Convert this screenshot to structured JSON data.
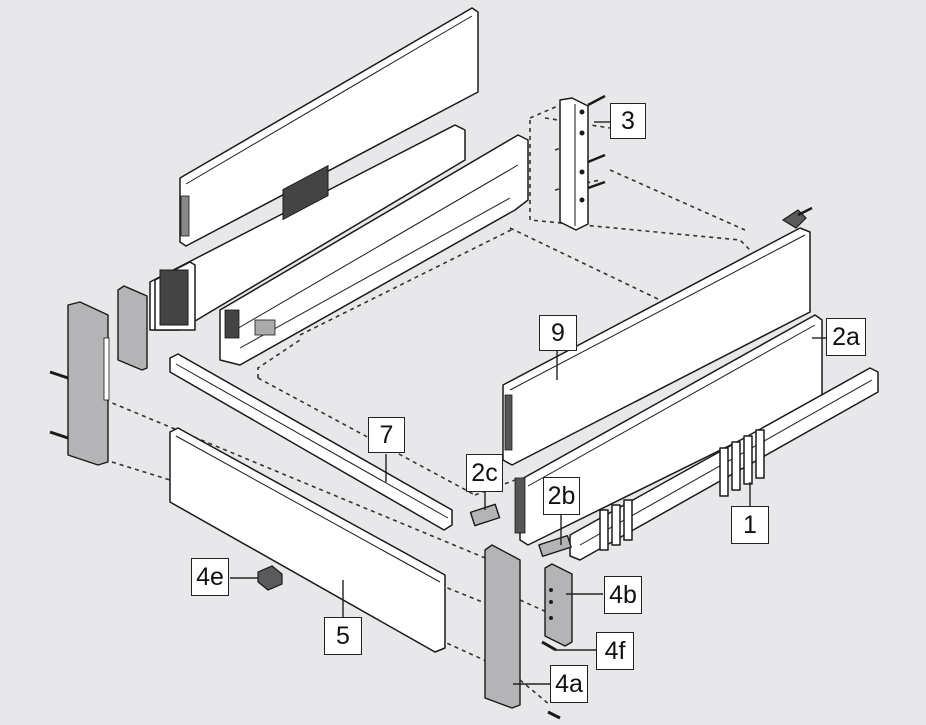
{
  "diagram": {
    "type": "exploded-assembly",
    "background_color": "#e8e8ea",
    "line_color": "#1a1a1a",
    "part_fill_white": "#ffffff",
    "part_fill_gray": "#b4b4b6",
    "callouts": [
      {
        "id": "3",
        "label": "3",
        "part": "rear-bracket"
      },
      {
        "id": "2a",
        "label": "2a",
        "part": "side-panel-cover"
      },
      {
        "id": "9",
        "label": "9",
        "part": "gallery-side-panel"
      },
      {
        "id": "7",
        "label": "7",
        "part": "cross-gallery-rail"
      },
      {
        "id": "2c",
        "label": "2c",
        "part": "cover-cap-small"
      },
      {
        "id": "2b",
        "label": "2b",
        "part": "cover-cap"
      },
      {
        "id": "1",
        "label": "1",
        "part": "runner"
      },
      {
        "id": "4b",
        "label": "4b",
        "part": "front-fixing-bracket"
      },
      {
        "id": "4f",
        "label": "4f",
        "part": "screw"
      },
      {
        "id": "4a",
        "label": "4a",
        "part": "front-panel-bracket"
      },
      {
        "id": "4e",
        "label": "4e",
        "part": "clip"
      },
      {
        "id": "5",
        "label": "5",
        "part": "front-cross-panel"
      }
    ]
  }
}
